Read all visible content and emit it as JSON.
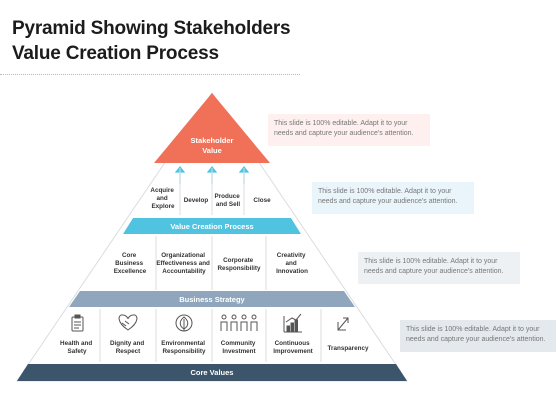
{
  "title": {
    "line1": "Pyramid Showing Stakeholders",
    "line2": "Value Creation Process"
  },
  "colors": {
    "apex": "#f07058",
    "band_process": "#4fc3e0",
    "band_strategy": "#8fa6bd",
    "band_core": "#3d556b",
    "outline": "#d9dde2",
    "note_pink": "#fdf0ef",
    "note_blue": "#eaf5fb",
    "note_grey": "#eef1f4",
    "note_steel": "#e4e9ee"
  },
  "pyramid": {
    "apex": {
      "line1": "Stakeholder",
      "line2": "Value"
    },
    "process_items": [
      {
        "lines": [
          "Acquire",
          "and",
          "Explore"
        ]
      },
      {
        "lines": [
          "Develop"
        ]
      },
      {
        "lines": [
          "Produce",
          "and Sell"
        ]
      },
      {
        "lines": [
          "Close"
        ]
      }
    ],
    "band_process": "Value Creation Process",
    "strategy_items": [
      {
        "lines": [
          "Core",
          "Business",
          "Excellence"
        ]
      },
      {
        "lines": [
          "Organizational",
          "Effectiveness and",
          "Accountability"
        ]
      },
      {
        "lines": [
          "Corporate",
          "Responsibility"
        ]
      },
      {
        "lines": [
          "Creativity",
          "and",
          "Innovation"
        ]
      }
    ],
    "band_strategy": "Business Strategy",
    "core_items": [
      {
        "icon": "clipboard-icon",
        "lines": [
          "Health and",
          "Safety"
        ]
      },
      {
        "icon": "handshake-heart-icon",
        "lines": [
          "Dignity and",
          "Respect"
        ]
      },
      {
        "icon": "leaf-icon",
        "lines": [
          "Environmental",
          "Responsibility"
        ]
      },
      {
        "icon": "people-group-icon",
        "lines": [
          "Community",
          "Investment"
        ]
      },
      {
        "icon": "growth-chart-icon",
        "lines": [
          "Continuous",
          "Improvement"
        ]
      },
      {
        "icon": "arrows-icon",
        "lines": [
          "Transparency"
        ]
      }
    ],
    "band_core": "Core Values"
  },
  "notes": [
    "This slide is 100% editable. Adapt it to your needs and capture your audience's attention.",
    "This slide is 100% editable. Adapt it to your needs and capture your audience's attention.",
    "This slide is 100% editable. Adapt it to your needs and capture your audience's attention.",
    "This slide is 100% editable. Adapt it to your needs and capture your audience's attention."
  ]
}
